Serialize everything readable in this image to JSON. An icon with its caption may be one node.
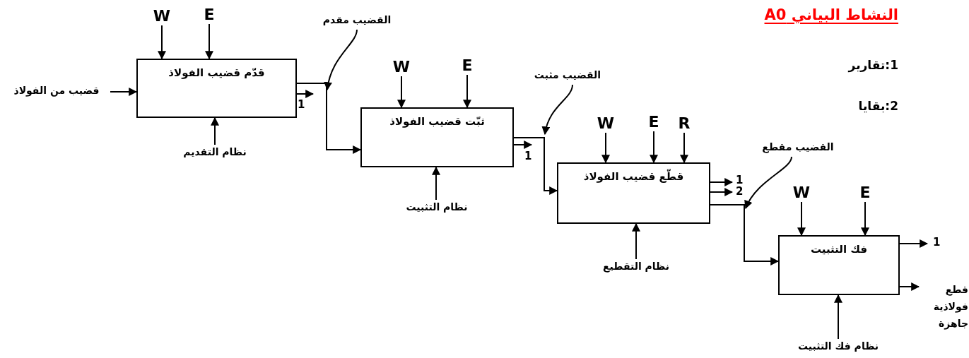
{
  "diagram": {
    "title": "النشاط البياني A0",
    "nodes": [
      {
        "text": [
          "قدّم قضيب الفولاذ"
        ]
      },
      {
        "text": [
          "ثبّت  قضيب الفولاذ"
        ]
      },
      {
        "text": [
          "قطّع قضيب الفولاذ"
        ]
      },
      {
        "text": [
          "فك التثبيت"
        ]
      },
      {
        "text": [
          "W"
        ]
      },
      {
        "text": [
          "E"
        ]
      },
      {
        "text": [
          "قضيب من الفولاذ"
        ]
      },
      {
        "text": [
          "نظام التقديم"
        ]
      },
      {
        "text": [
          "W"
        ]
      },
      {
        "text": [
          "E"
        ]
      },
      {
        "text": [
          "نظام التثبيت"
        ]
      },
      {
        "text": [
          "W"
        ]
      },
      {
        "text": [
          "E"
        ]
      },
      {
        "text": [
          "R"
        ]
      },
      {
        "text": [
          "نظام التقطيع"
        ]
      },
      {
        "text": [
          "W"
        ]
      },
      {
        "text": [
          "E"
        ]
      },
      {
        "text": [
          "نظام فك التثبيت"
        ]
      },
      {
        "text": [
          "قطع فولاذية جاهزة"
        ]
      },
      {
        "text": [
          "القضيب مقدم"
        ]
      },
      {
        "text": [
          "القضيب مثبت"
        ]
      },
      {
        "text": [
          "القضيب مقطع"
        ]
      }
    ],
    "edges": [
      {
        "from": 4,
        "to": 0,
        "arrow": "to"
      },
      {
        "from": 5,
        "to": 0,
        "arrow": "to"
      },
      {
        "from": 6,
        "to": 0,
        "arrow": "to"
      },
      {
        "from": 7,
        "to": 0,
        "arrow": "to"
      },
      {
        "from": 0,
        "to": 1,
        "arrow": "to"
      },
      {
        "from": 0,
        "to": null,
        "arrow": "to",
        "label": "1"
      },
      {
        "from": 8,
        "to": 1,
        "arrow": "to"
      },
      {
        "from": 9,
        "to": 1,
        "arrow": "to"
      },
      {
        "from": 10,
        "to": 1,
        "arrow": "to"
      },
      {
        "from": 1,
        "to": 2,
        "arrow": "to"
      },
      {
        "from": 1,
        "to": null,
        "arrow": "to",
        "label": "1"
      },
      {
        "from": 11,
        "to": 2,
        "arrow": "to"
      },
      {
        "from": 12,
        "to": 2,
        "arrow": "to"
      },
      {
        "from": 13,
        "to": 2,
        "arrow": "to"
      },
      {
        "from": 14,
        "to": 2,
        "arrow": "to"
      },
      {
        "from": 2,
        "to": null,
        "arrow": "to",
        "label": "1"
      },
      {
        "from": 2,
        "to": null,
        "arrow": "to",
        "label": "2"
      },
      {
        "from": 2,
        "to": 3,
        "arrow": "to"
      },
      {
        "from": 15,
        "to": 3,
        "arrow": "to"
      },
      {
        "from": 16,
        "to": 3,
        "arrow": "to"
      },
      {
        "from": 17,
        "to": 3,
        "arrow": "to"
      },
      {
        "from": 3,
        "to": null,
        "arrow": "to",
        "label": "1"
      },
      {
        "from": 3,
        "to": 18,
        "arrow": "to"
      },
      {
        "from": 19,
        "to": null,
        "arrow": "to"
      },
      {
        "from": 20,
        "to": null,
        "arrow": "to"
      },
      {
        "from": 21,
        "to": null,
        "arrow": "to"
      }
    ],
    "labels": [
      "1:تقارير",
      "2:بقايا"
    ]
  }
}
